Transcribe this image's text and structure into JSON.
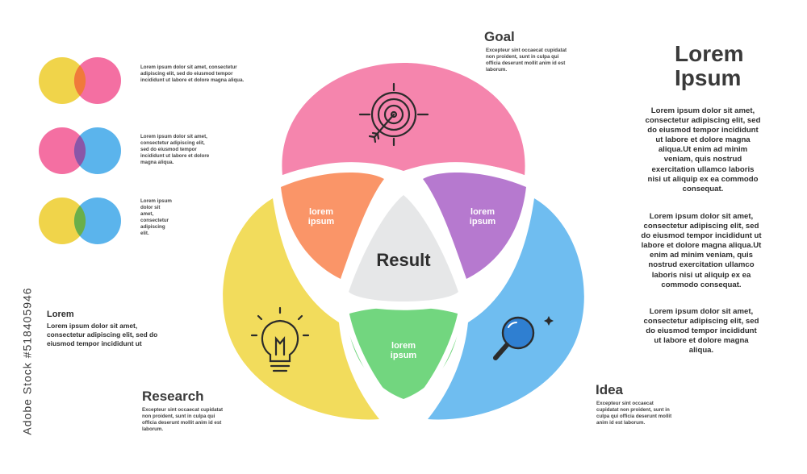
{
  "title": "Lorem Ipsum",
  "title_line1": "Lorem",
  "title_line2": "Ipsum",
  "right_paragraphs": [
    "Lorem ipsum dolor sit amet, consectetur adipiscing elit, sed do eiusmod tempor incididunt ut labore et dolore magna aliqua.Ut enim ad minim veniam, quis nostrud exercitation ullamco laboris nisi ut aliquip ex ea commodo consequat.",
    "Lorem ipsum dolor sit amet, consectetur adipiscing elit, sed do eiusmod tempor incididunt ut labore et dolore magna aliqua.Ut enim ad minim veniam, quis nostrud exercitation ullamco laboris nisi ut aliquip ex ea commodo consequat.",
    "Lorem ipsum dolor sit amet, consectetur adipiscing elit, sed do eiusmod tempor incididunt ut labore et dolore magna aliqua."
  ],
  "legend": [
    {
      "text": "Lorem ipsum dolor sit amet, consectetur adipiscing elit, sed do eiusmod tempor incididunt ut labore et dolore magna aliqua.",
      "left": "#f0d44a",
      "right": "#f46fa2",
      "overlap": "#f07a3a"
    },
    {
      "text": "Lorem ipsum dolor sit amet, consectetur adipiscing elit, sed do eiusmod tempor incididunt ut labore et dolore magna aliqua.",
      "left": "#f46fa2",
      "right": "#5bb4ec",
      "overlap": "#8a56a8"
    },
    {
      "text": "Lorem ipsum dolor sit amet, consectetur adipiscing elit.",
      "left": "#f0d44a",
      "right": "#5bb4ec",
      "overlap": "#6aaf4a"
    }
  ],
  "goal": {
    "label": "Goal",
    "text": "Excepteur sint occaecat cupidatat non proident, sunt in culpa qui officia deserunt mollit anim id est laborum."
  },
  "research": {
    "label": "Research",
    "text": "Excepteur sint occaecat cupidatat non proident, sunt in culpa qui officia deserunt mollit anim id est laborum."
  },
  "idea": {
    "label": "Idea",
    "text": "Excepteur sint occaecat cupidatat non proident, sunt in culpa qui officia deserunt mollit anim id est laborum."
  },
  "left_block": {
    "heading": "Lorem",
    "text": "Lorem ipsum dolor sit amet, consectetur adipiscing elit, sed do eiusmod tempor incididunt ut"
  },
  "diagram": {
    "center_label": "Result",
    "petal_label_line1": "lorem",
    "petal_label_line2": "ipsum",
    "colors": {
      "pink": "#f585ad",
      "yellow": "#f2dc5c",
      "blue": "#6fbdf0",
      "orange": "#fa9568",
      "purple": "#b679cf",
      "green": "#72d67f",
      "center": "#e6e7e8",
      "outline": "#2b2b2b"
    },
    "icons": [
      "target-icon",
      "lightbulb-icon",
      "magnifier-icon"
    ]
  },
  "watermark_id": "#518405946",
  "watermark_brand": "Adobe Stock"
}
